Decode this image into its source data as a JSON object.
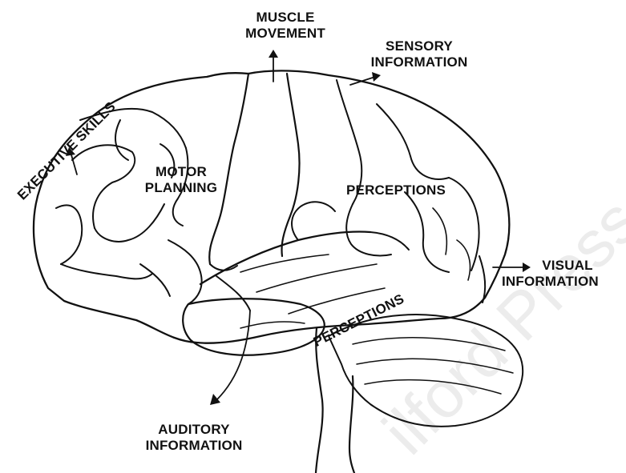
{
  "labels": {
    "muscle_1": "MUSCLE",
    "muscle_2": "MOVEMENT",
    "sensory_1": "SENSORY",
    "sensory_2": "INFORMATION",
    "executive": "EXECUTIVE SKILLS",
    "motor_1": "MOTOR",
    "motor_2": "PLANNING",
    "perceptions_upper": "PERCEPTIONS",
    "perceptions_lower": "PERCEPTIONS",
    "visual_1": "VISUAL",
    "visual_2": "INFORMATION",
    "auditory_1": "AUDITORY",
    "auditory_2": "INFORMATION"
  },
  "watermark": "ilford Press"
}
